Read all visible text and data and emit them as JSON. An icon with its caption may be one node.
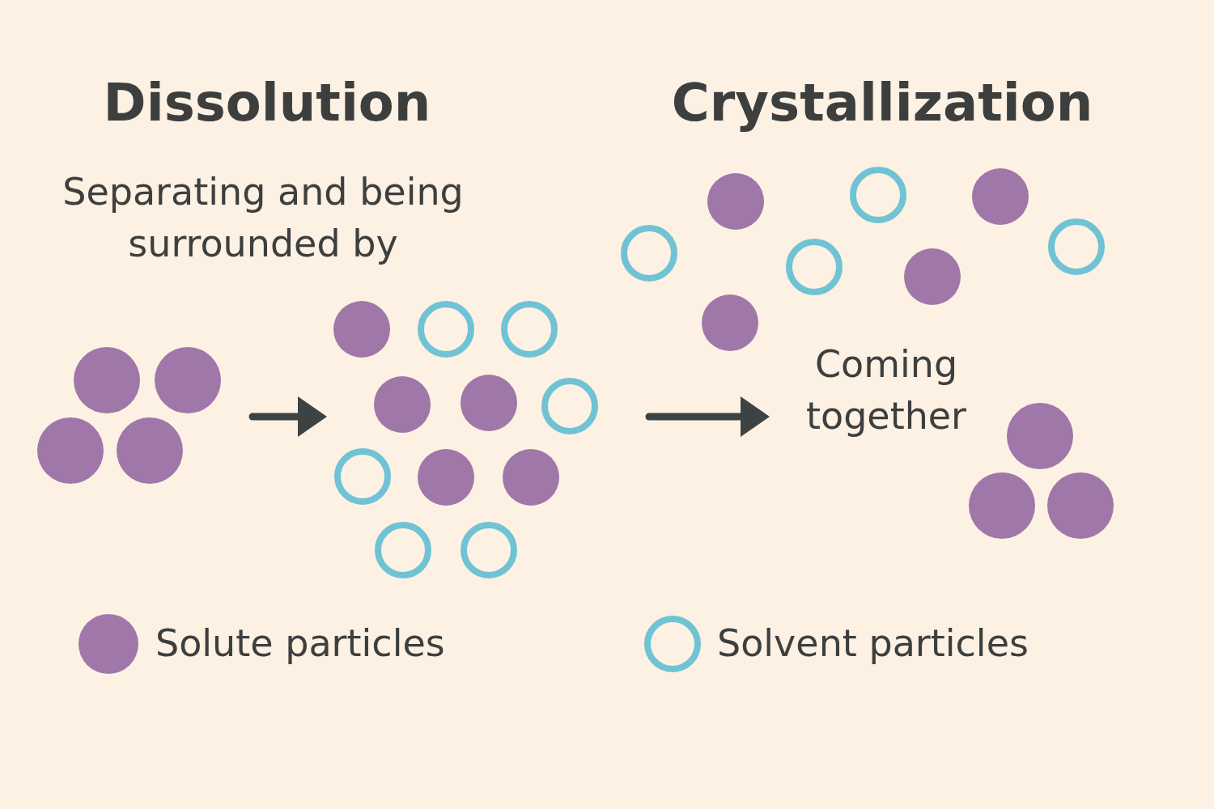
{
  "diagram": {
    "labels": [
      "Dissolution",
      "Separating and being surrounded by",
      "Crystallization",
      "Coming together"
    ],
    "legend": [
      {
        "text": "Solute particles",
        "color": "#a077a9"
      },
      {
        "text": "Solvent particles"
      }
    ]
  }
}
